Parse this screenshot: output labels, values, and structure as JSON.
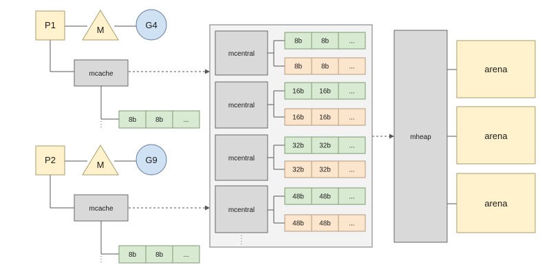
{
  "colors": {
    "p_fill": "#fff2cc",
    "p_stroke": "#a89b6a",
    "m_fill": "#fff2cc",
    "g_fill": "#cfe2f3",
    "g_stroke": "#6a7fa0",
    "gray_fill": "#d9d9d9",
    "gray_stroke": "#666666",
    "panel_fill": "#f3f3f3",
    "panel_stroke": "#777777",
    "green_fill": "#d9ead3",
    "green_stroke": "#7a9a72",
    "orange_fill": "#fce5cd",
    "orange_stroke": "#b49a7a",
    "arena_fill": "#fff2cc",
    "arena_stroke": "#a89b6a"
  },
  "processors": [
    {
      "p_label": "P1",
      "m_label": "M",
      "g_label": "G4",
      "mcache_label": "mcache",
      "span_cells": [
        "8b",
        "8b",
        "..."
      ]
    },
    {
      "p_label": "P2",
      "m_label": "M",
      "g_label": "G9",
      "mcache_label": "mcache",
      "span_cells": [
        "8b",
        "8b",
        "..."
      ]
    }
  ],
  "mcentrals": [
    {
      "label": "mcentral",
      "green_cells": [
        "8b",
        "8b",
        "..."
      ],
      "orange_cells": [
        "8b",
        "8b",
        "..."
      ]
    },
    {
      "label": "mcentral",
      "green_cells": [
        "16b",
        "16b",
        "..."
      ],
      "orange_cells": [
        "16b",
        "16b",
        "..."
      ]
    },
    {
      "label": "mcentral",
      "green_cells": [
        "32b",
        "32b",
        "..."
      ],
      "orange_cells": [
        "32b",
        "32b",
        "..."
      ]
    },
    {
      "label": "mcentral",
      "green_cells": [
        "48b",
        "48b",
        "..."
      ],
      "orange_cells": [
        "48b",
        "48b",
        "..."
      ]
    }
  ],
  "mheap_label": "mheap",
  "arenas": [
    "arena",
    "arena",
    "arena"
  ]
}
